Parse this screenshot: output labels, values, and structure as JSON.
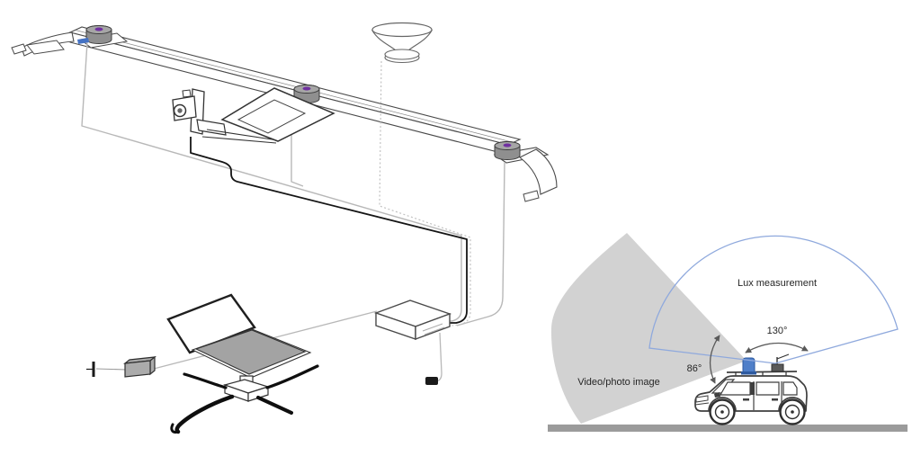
{
  "figure": {
    "right_panel": {
      "lux_label": "Lux measurement",
      "lux_angle": "130°",
      "video_angle": "86°",
      "video_label": "Video/photo image"
    },
    "colors": {
      "blue_line": "#8fa9dd",
      "device_blue": "#4f7fc9",
      "device_blue_dark": "#2e5aa0",
      "sector_gray": "#d2d2d2",
      "ground_gray": "#9b9b9b",
      "sensor_gray": "#8f8f8f",
      "sensor_top_gray": "#a6a6a6",
      "sensor_dot_purple": "#7030a0",
      "cable_gray": "#b8b8b8",
      "dotted_cable_gray": "#c2c2c2",
      "laptop_deck_gray": "#a3a3a3",
      "connector_blue": "#4472c4",
      "arrow_gray": "#5a5a5a"
    }
  }
}
